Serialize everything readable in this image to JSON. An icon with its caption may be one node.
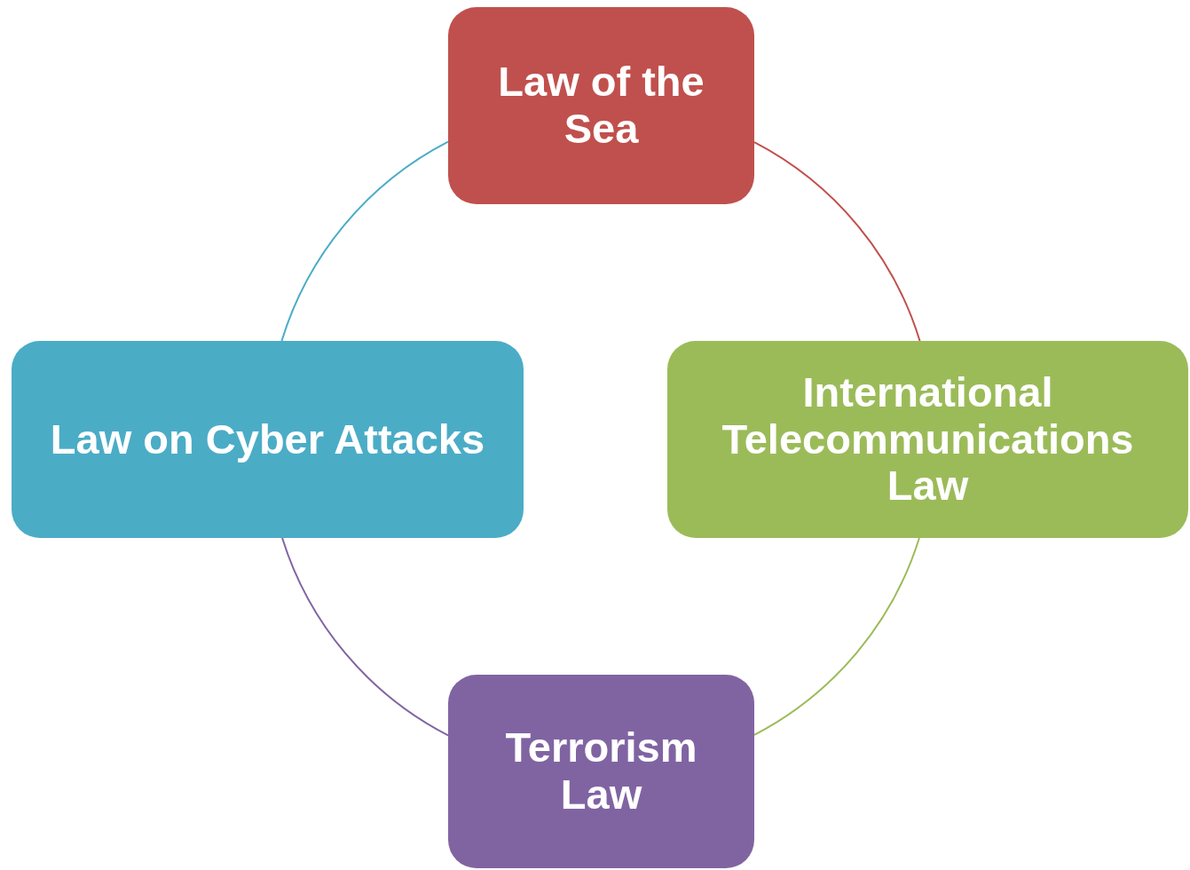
{
  "diagram": {
    "nodes": [
      {
        "text": [
          "Law of the Sea"
        ]
      },
      {
        "text": [
          "International Telecommunications Law"
        ]
      },
      {
        "text": [
          "Terrorism Law"
        ]
      },
      {
        "text": [
          "Law on Cyber Attacks"
        ]
      }
    ],
    "edges": [
      {
        "from": 0,
        "to": 1,
        "arrow": "none",
        "color": "#c0504d"
      },
      {
        "from": 1,
        "to": 2,
        "arrow": "none",
        "color": "#9bbb59"
      },
      {
        "from": 2,
        "to": 3,
        "arrow": "none",
        "color": "#8064a2"
      },
      {
        "from": 3,
        "to": 0,
        "arrow": "none",
        "color": "#4bacc6"
      }
    ]
  }
}
